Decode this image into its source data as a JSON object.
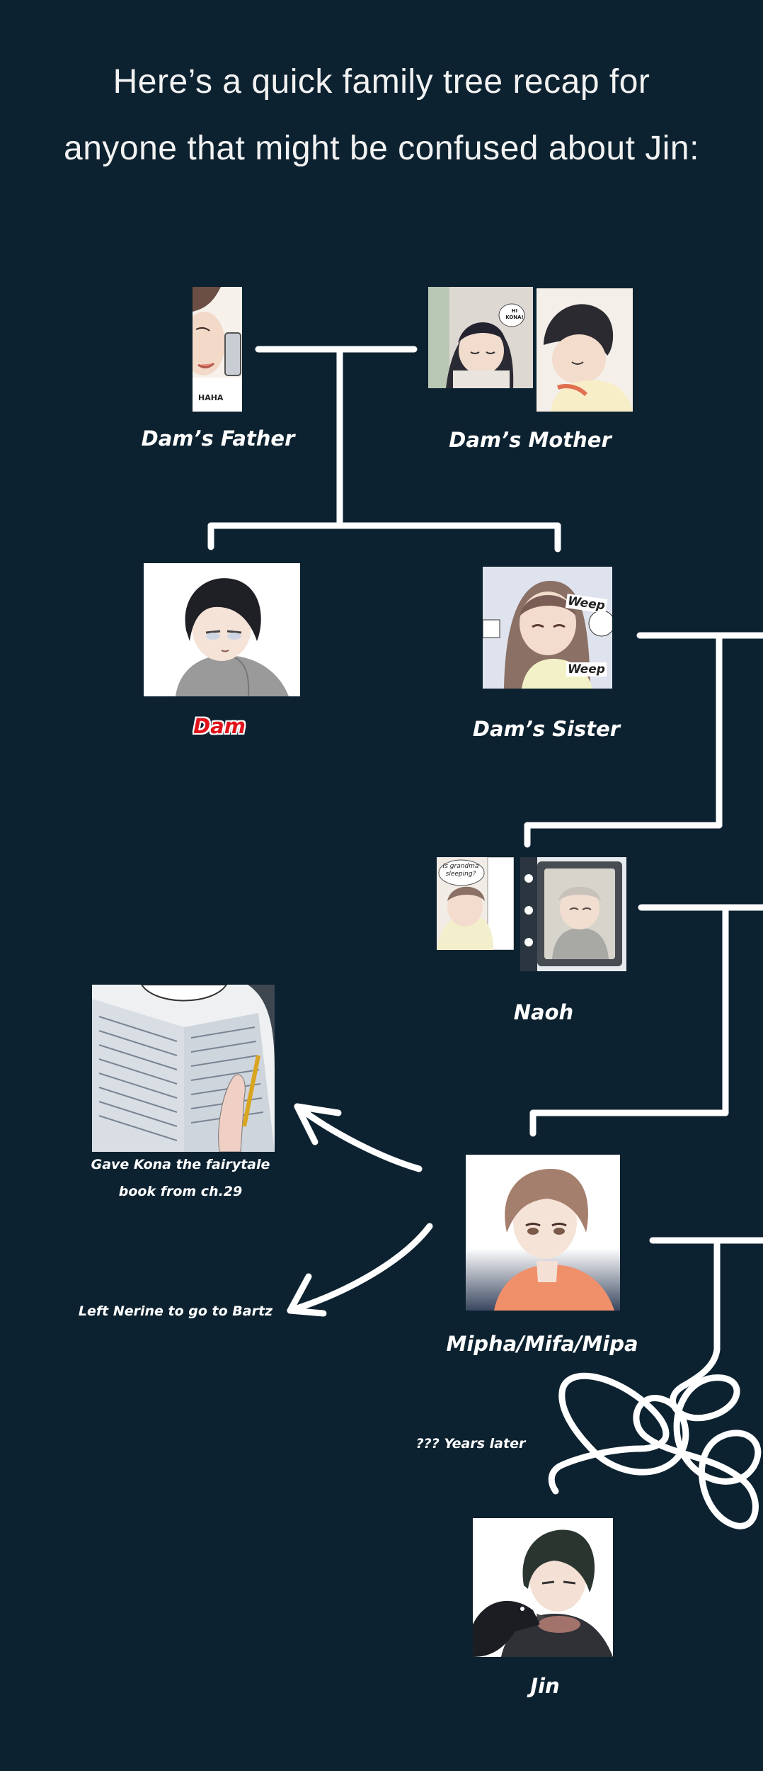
{
  "title_lines": [
    "Here’s a quick family tree recap for",
    "anyone that might be confused about Jin:"
  ],
  "members": {
    "dams_father": "Dam’s Father",
    "dams_mother": "Dam’s Mother",
    "dam": "Dam",
    "dams_sister": "Dam’s Sister",
    "naoh": "Naoh",
    "mipha": "Mipha/Mifa/Mipa",
    "jin": "Jin"
  },
  "panel_text": {
    "father_haha": "HAHA",
    "mother_hi_kona": "HI KONA!",
    "sister_weep": "Weep",
    "naoh_grandma": "Is grandma sleeping?"
  },
  "notes": {
    "fairytale_line1": "Gave Kona the fairytale",
    "fairytale_line2": "book from ch.29",
    "left_nerine": "Left Nerine to go to Bartz",
    "years_later": "??? Years later"
  },
  "colors": {
    "background": "#0d2230",
    "lines": "#ffffff",
    "dam_label": "#e0131b"
  }
}
